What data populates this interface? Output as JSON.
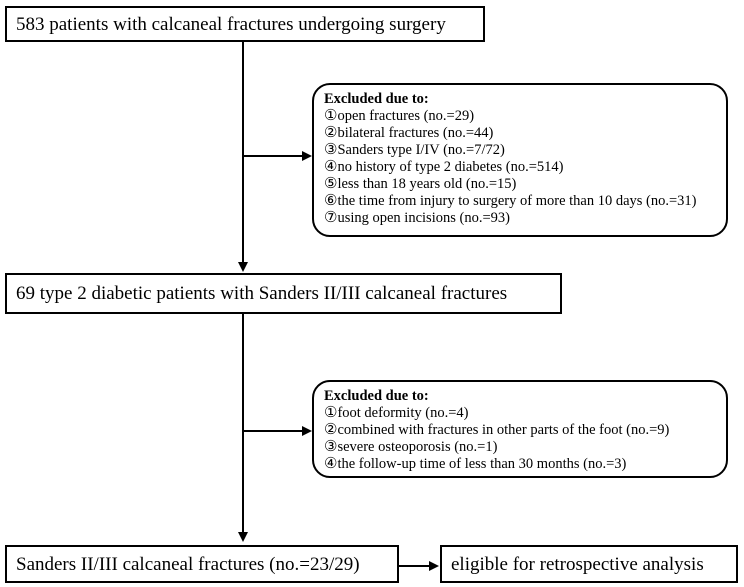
{
  "flowchart": {
    "box1": {
      "label": "583 patients with calcaneal fractures undergoing surgery"
    },
    "exclusion1": {
      "title": "Excluded due to:",
      "items": [
        {
          "num": "①",
          "text": "open fractures (no.=29)"
        },
        {
          "num": "②",
          "text": "bilateral fractures (no.=44)"
        },
        {
          "num": "③",
          "text": "Sanders type I/IV (no.=7/72)"
        },
        {
          "num": "④",
          "text": "no history of type 2 diabetes (no.=514)"
        },
        {
          "num": "⑤",
          "text": "less than 18 years old (no.=15)"
        },
        {
          "num": "⑥",
          "text": "the time from injury to surgery of more than 10 days (no.=31)"
        },
        {
          "num": "⑦",
          "text": "using open incisions (no.=93)"
        }
      ]
    },
    "box2": {
      "label": "69 type 2 diabetic patients with Sanders II/III calcaneal fractures"
    },
    "exclusion2": {
      "title": "Excluded due to:",
      "items": [
        {
          "num": "①",
          "text": "foot deformity (no.=4)"
        },
        {
          "num": "②",
          "text": "combined with fractures in other parts of the foot (no.=9)"
        },
        {
          "num": "③",
          "text": "severe osteoporosis (no.=1)"
        },
        {
          "num": "④",
          "text": "the follow-up time of less than 30 months (no.=3)"
        }
      ]
    },
    "box3": {
      "label": "Sanders II/III calcaneal fractures (no.=23/29)"
    },
    "box4": {
      "label": "eligible for retrospective analysis"
    }
  }
}
